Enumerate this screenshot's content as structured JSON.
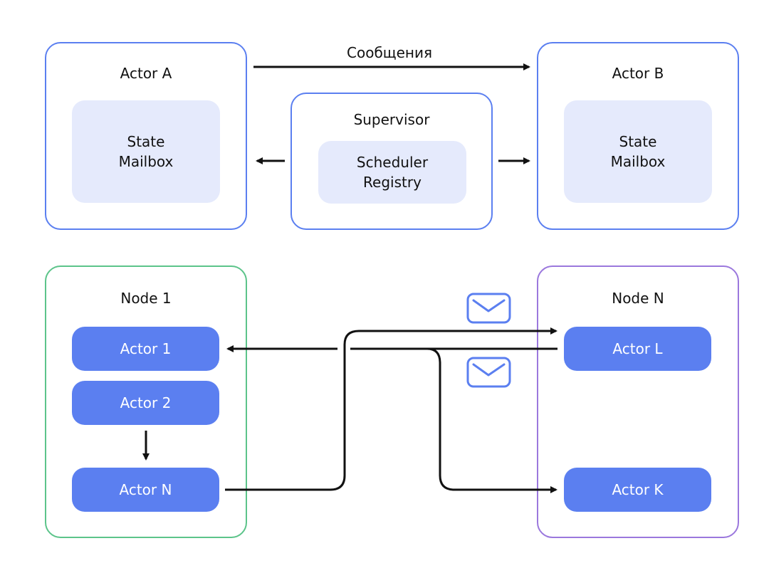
{
  "top": {
    "message_label": "Сообщения",
    "actor_a": {
      "title": "Actor A",
      "line1": "State",
      "line2": "Mailbox"
    },
    "actor_b": {
      "title": "Actor B",
      "line1": "State",
      "line2": "Mailbox"
    },
    "supervisor": {
      "title": "Supervisor",
      "line1": "Scheduler",
      "line2": "Registry"
    }
  },
  "bottom": {
    "node1": {
      "title": "Node 1",
      "actors": [
        "Actor 1",
        "Actor 2",
        "Actor N"
      ]
    },
    "nodeN": {
      "title": "Node N",
      "actors": [
        "Actor L",
        "Actor K"
      ]
    }
  },
  "colors": {
    "blue": "#5b7ff0",
    "green": "#5cc48a",
    "purple": "#9b78dd",
    "inner_fill": "#e5eafc",
    "line": "#111111"
  },
  "icons": [
    "envelope-icon",
    "arrow-right-icon",
    "arrow-left-icon",
    "arrow-down-icon"
  ]
}
